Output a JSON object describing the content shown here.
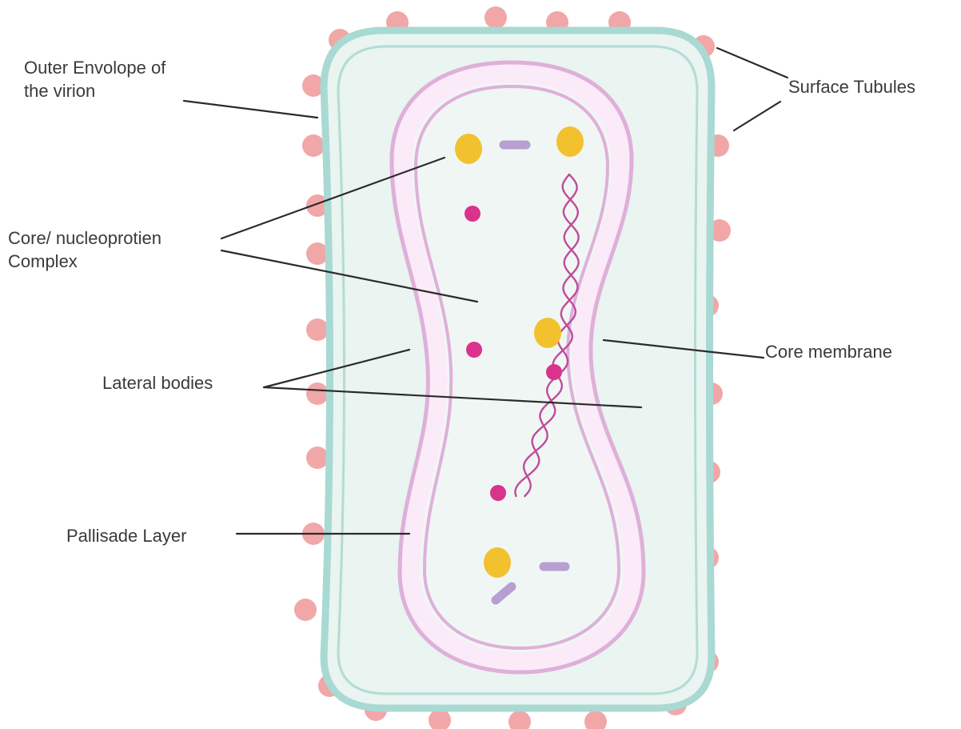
{
  "labels": {
    "outer_envelope": [
      "Outer Envolope of",
      "the virion"
    ],
    "surface_tubules": "Surface Tubules",
    "core_complex": [
      "Core/ nucleoprotien",
      "Complex"
    ],
    "core_membrane": "Core membrane",
    "lateral_bodies": "Lateral bodies",
    "pallisade_layer": "Pallisade Layer"
  },
  "colors": {
    "envelope_outer": "#a9d9d3",
    "envelope_fill": "#eaf4f1",
    "envelope_inner_line": "#b3dcd6",
    "tubule": "#f1a7a7",
    "core_membrane": "#deb0d9",
    "core_band": "#fbeaf8",
    "core_fill": "#f0f6f4",
    "lateral_body": "#f2c12e",
    "enzyme_dot": "#d9338c",
    "rod": "#b79fd2",
    "dna": "#c04b9a",
    "label_text": "#3a3a3a",
    "leader_line": "#2b2b2b"
  }
}
